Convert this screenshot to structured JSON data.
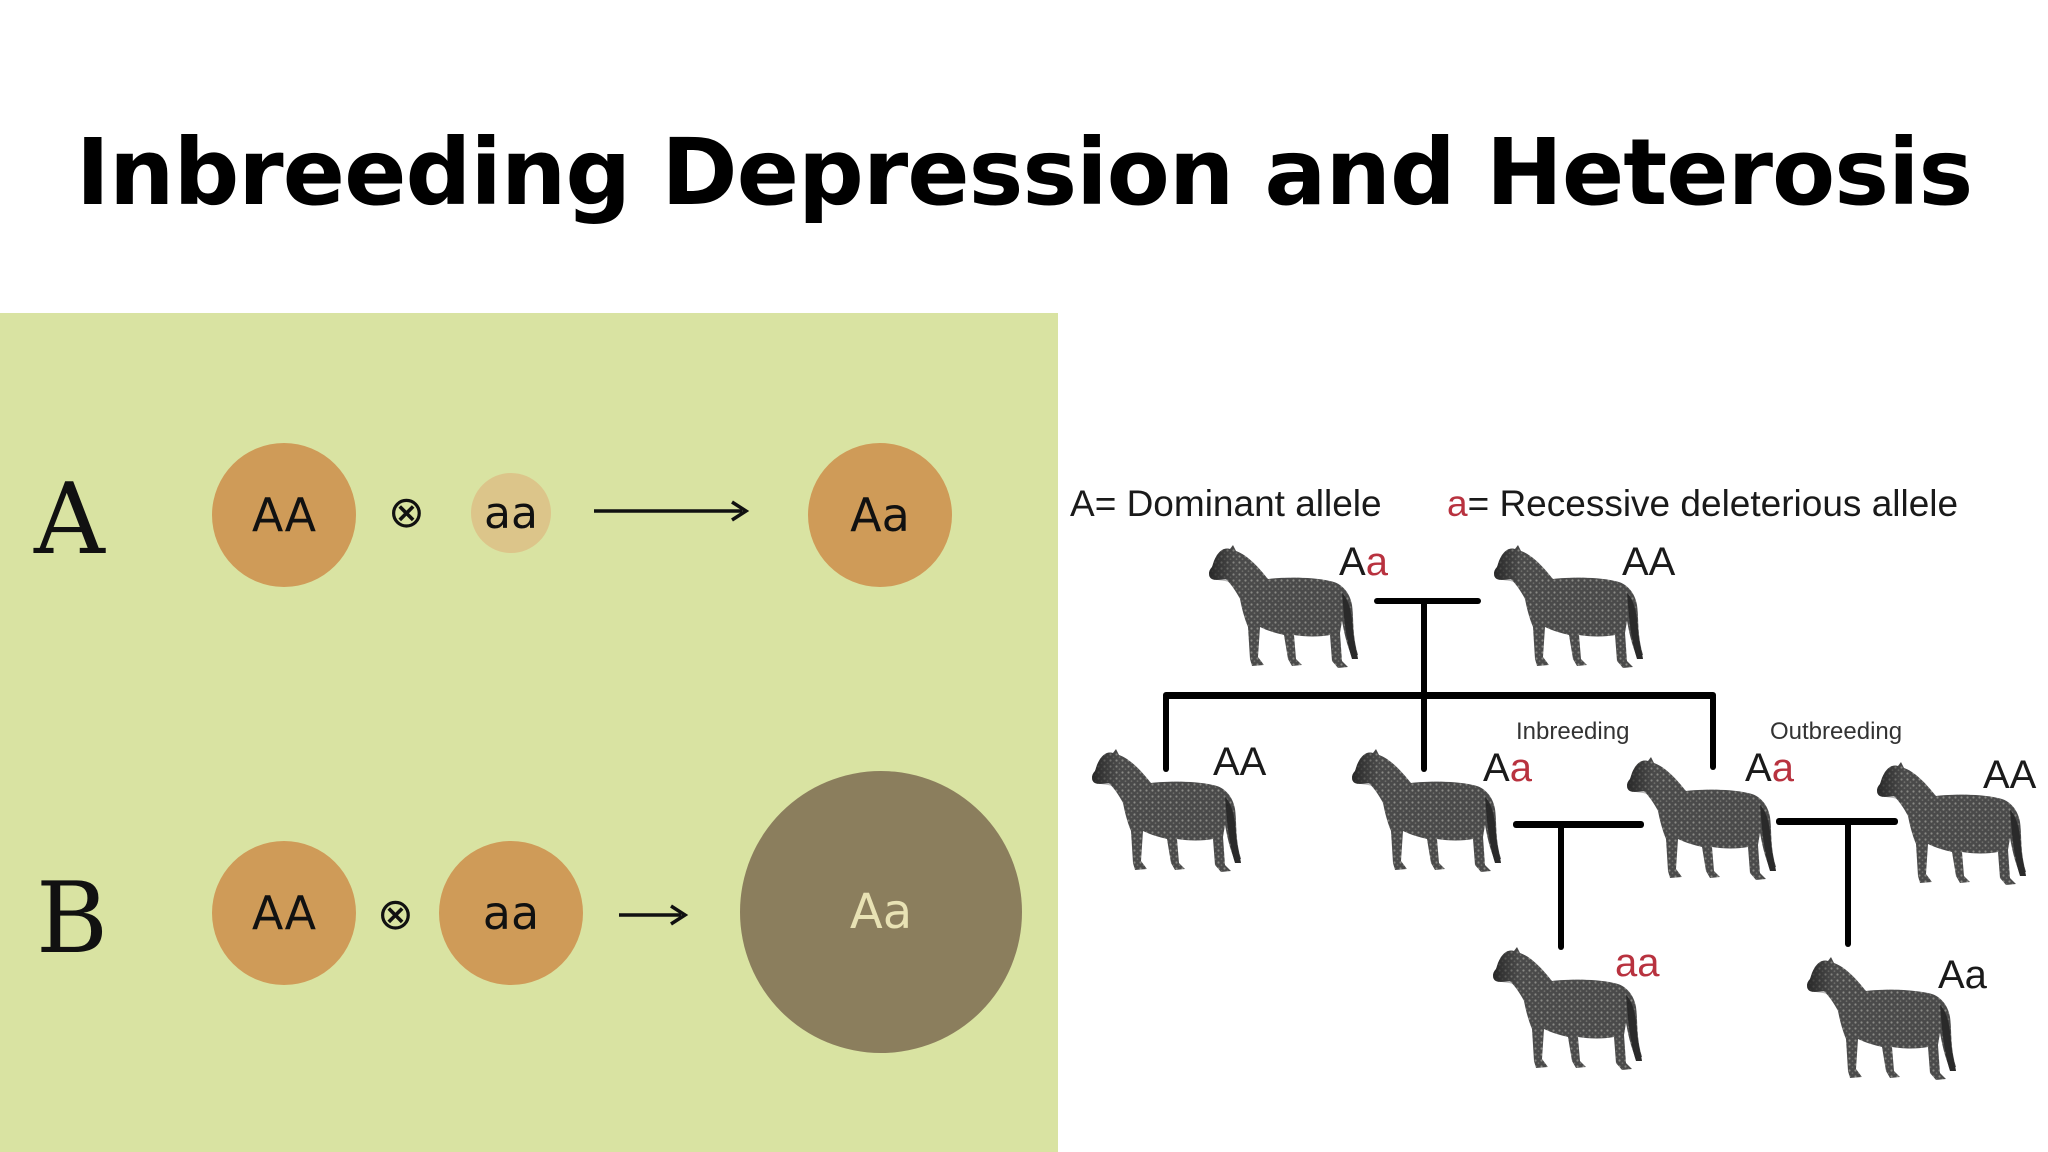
{
  "title": "Inbreeding Depression and Heterosis",
  "colors": {
    "panel_bg": "#d9e3a2",
    "circle_normal": "#cf9b58",
    "circle_weak": "#dcc58a",
    "circle_vigor": "#8b7e5d",
    "vigor_text": "#e8e2b4",
    "recessive_red": "#b8323f"
  },
  "left_panel": {
    "rows": [
      {
        "label": "A",
        "parent1": "AA",
        "cross_symbol": "⊗",
        "parent2": "aa",
        "offspring": "Aa",
        "note_sizes": "parent2 small, offspring normal"
      },
      {
        "label": "B",
        "parent1": "AA",
        "cross_symbol": "⊗",
        "parent2": "aa",
        "offspring": "Aa",
        "note_sizes": "parent2 normal, offspring large (heterosis)"
      }
    ]
  },
  "pedigree": {
    "legend": {
      "dominant_symbol": "A",
      "dominant_text": "= Dominant allele",
      "recessive_symbol": "a",
      "recessive_text": "= Recessive deleterious allele"
    },
    "generation1": [
      {
        "geno_A": "A",
        "geno_a": "a"
      },
      {
        "geno_A": "AA",
        "geno_a": ""
      }
    ],
    "generation2": [
      {
        "geno_A": "AA",
        "geno_a": ""
      },
      {
        "geno_A": "A",
        "geno_a": "a"
      },
      {
        "geno_A": "A",
        "geno_a": "a"
      },
      {
        "geno_A": "AA",
        "geno_a": ""
      }
    ],
    "cross_labels": {
      "inbreeding": "Inbreeding",
      "outbreeding": "Outbreeding"
    },
    "generation3": [
      {
        "geno_A": "",
        "geno_a": "aa"
      },
      {
        "geno_A": "Aa",
        "geno_a": ""
      }
    ]
  }
}
